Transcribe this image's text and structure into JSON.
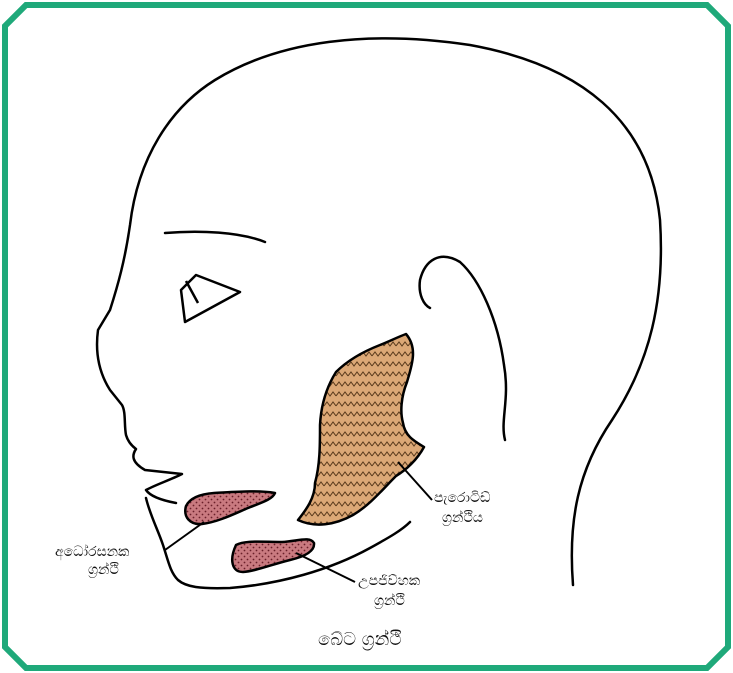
{
  "labels": {
    "parotid_line1": "පැරොටිඩ්",
    "parotid_line2": "ග්‍රන්ථිය",
    "sublingual_line1": "අධෝරසනක",
    "sublingual_line2": "ග්‍රන්ථි",
    "submandibular_line1": "උපජිව්හක",
    "submandibular_line2": "ග්‍රන්ථි",
    "title": "බේට ග්‍රන්ථි"
  },
  "colors": {
    "frame": "#1fa97a",
    "outline": "#000000",
    "parotid_fill": "#dca876",
    "minor_gland_fill": "#c97a80"
  },
  "icons": {
    "parotid_pattern": "zigzag-hatch",
    "minor_gland_pattern": "dot-stipple"
  }
}
